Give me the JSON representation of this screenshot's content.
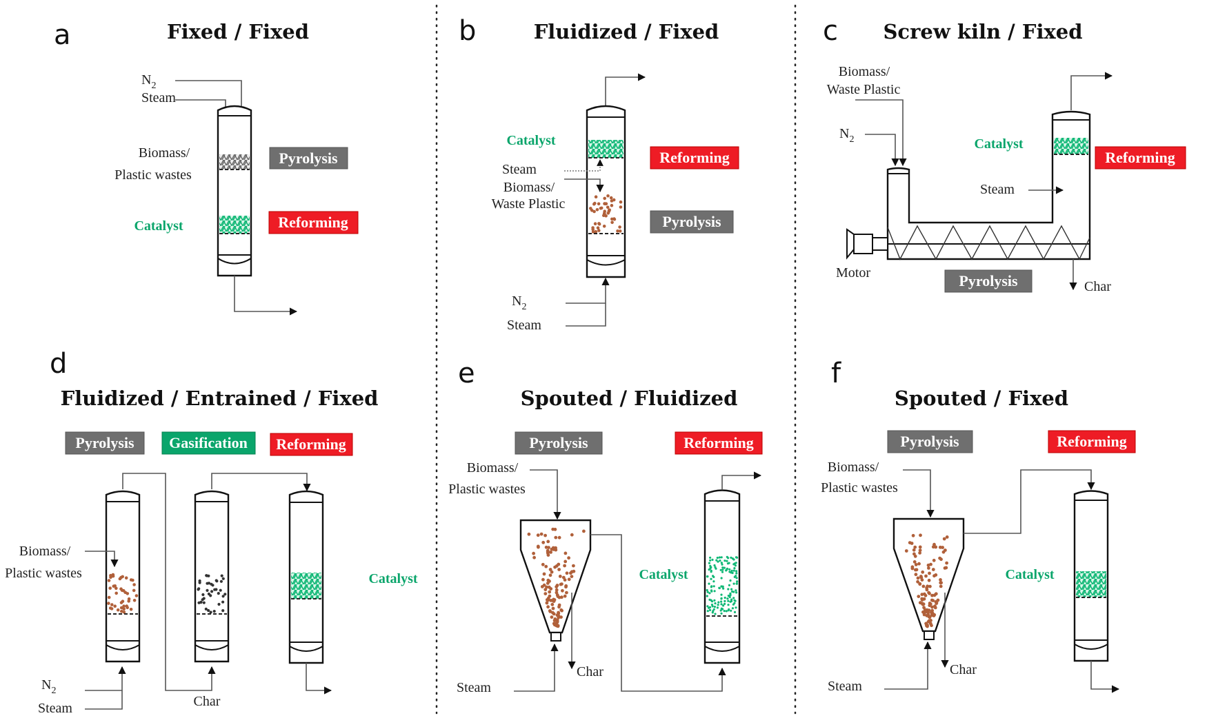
{
  "colors": {
    "pyrolysis": "#6f6f6f",
    "reforming": "#ee1c25",
    "gasification": "#0aa56b",
    "catalyst_text": "#0aa56b",
    "biomass_particles": "#b0603a",
    "char_particles": "#333333",
    "catalyst_bed": "#10b876"
  },
  "panels": {
    "a": {
      "letter": "a",
      "title": "Fixed / Fixed",
      "n2": "N",
      "n2_sub": "2",
      "steam": "Steam",
      "feed_line1": "Biomass/",
      "feed_line2": "Plastic wastes",
      "catalyst": "Catalyst",
      "stage1": "Pyrolysis",
      "stage2": "Reforming"
    },
    "b": {
      "letter": "b",
      "title": "Fluidized / Fixed",
      "catalyst": "Catalyst",
      "steam_in": "Steam",
      "feed_line1": "Biomass/",
      "feed_line2": "Waste Plastic",
      "n2": "N",
      "n2_sub": "2",
      "steam": "Steam",
      "stage1": "Reforming",
      "stage2": "Pyrolysis"
    },
    "c": {
      "letter": "c",
      "title": "Screw kiln / Fixed",
      "feed_line1": "Biomass/",
      "feed_line2": "Waste Plastic",
      "n2": "N",
      "n2_sub": "2",
      "catalyst": "Catalyst",
      "steam": "Steam",
      "motor": "Motor",
      "char": "Char",
      "stage1": "Reforming",
      "stage2": "Pyrolysis"
    },
    "d": {
      "letter": "d",
      "title": "Fluidized / Entrained / Fixed",
      "stage1": "Pyrolysis",
      "stage2": "Gasification",
      "stage3": "Reforming",
      "feed_line1": "Biomass/",
      "feed_line2": "Plastic wastes",
      "catalyst": "Catalyst",
      "n2": "N",
      "n2_sub": "2",
      "steam": "Steam",
      "char": "Char"
    },
    "e": {
      "letter": "e",
      "title": "Spouted / Fluidized",
      "stage1": "Pyrolysis",
      "stage2": "Reforming",
      "feed_line1": "Biomass/",
      "feed_line2": "Plastic wastes",
      "catalyst": "Catalyst",
      "steam": "Steam",
      "char": "Char"
    },
    "f": {
      "letter": "f",
      "title": "Spouted / Fixed",
      "stage1": "Pyrolysis",
      "stage2": "Reforming",
      "feed_line1": "Biomass/",
      "feed_line2": "Plastic wastes",
      "catalyst": "Catalyst",
      "steam": "Steam",
      "char": "Char"
    }
  }
}
